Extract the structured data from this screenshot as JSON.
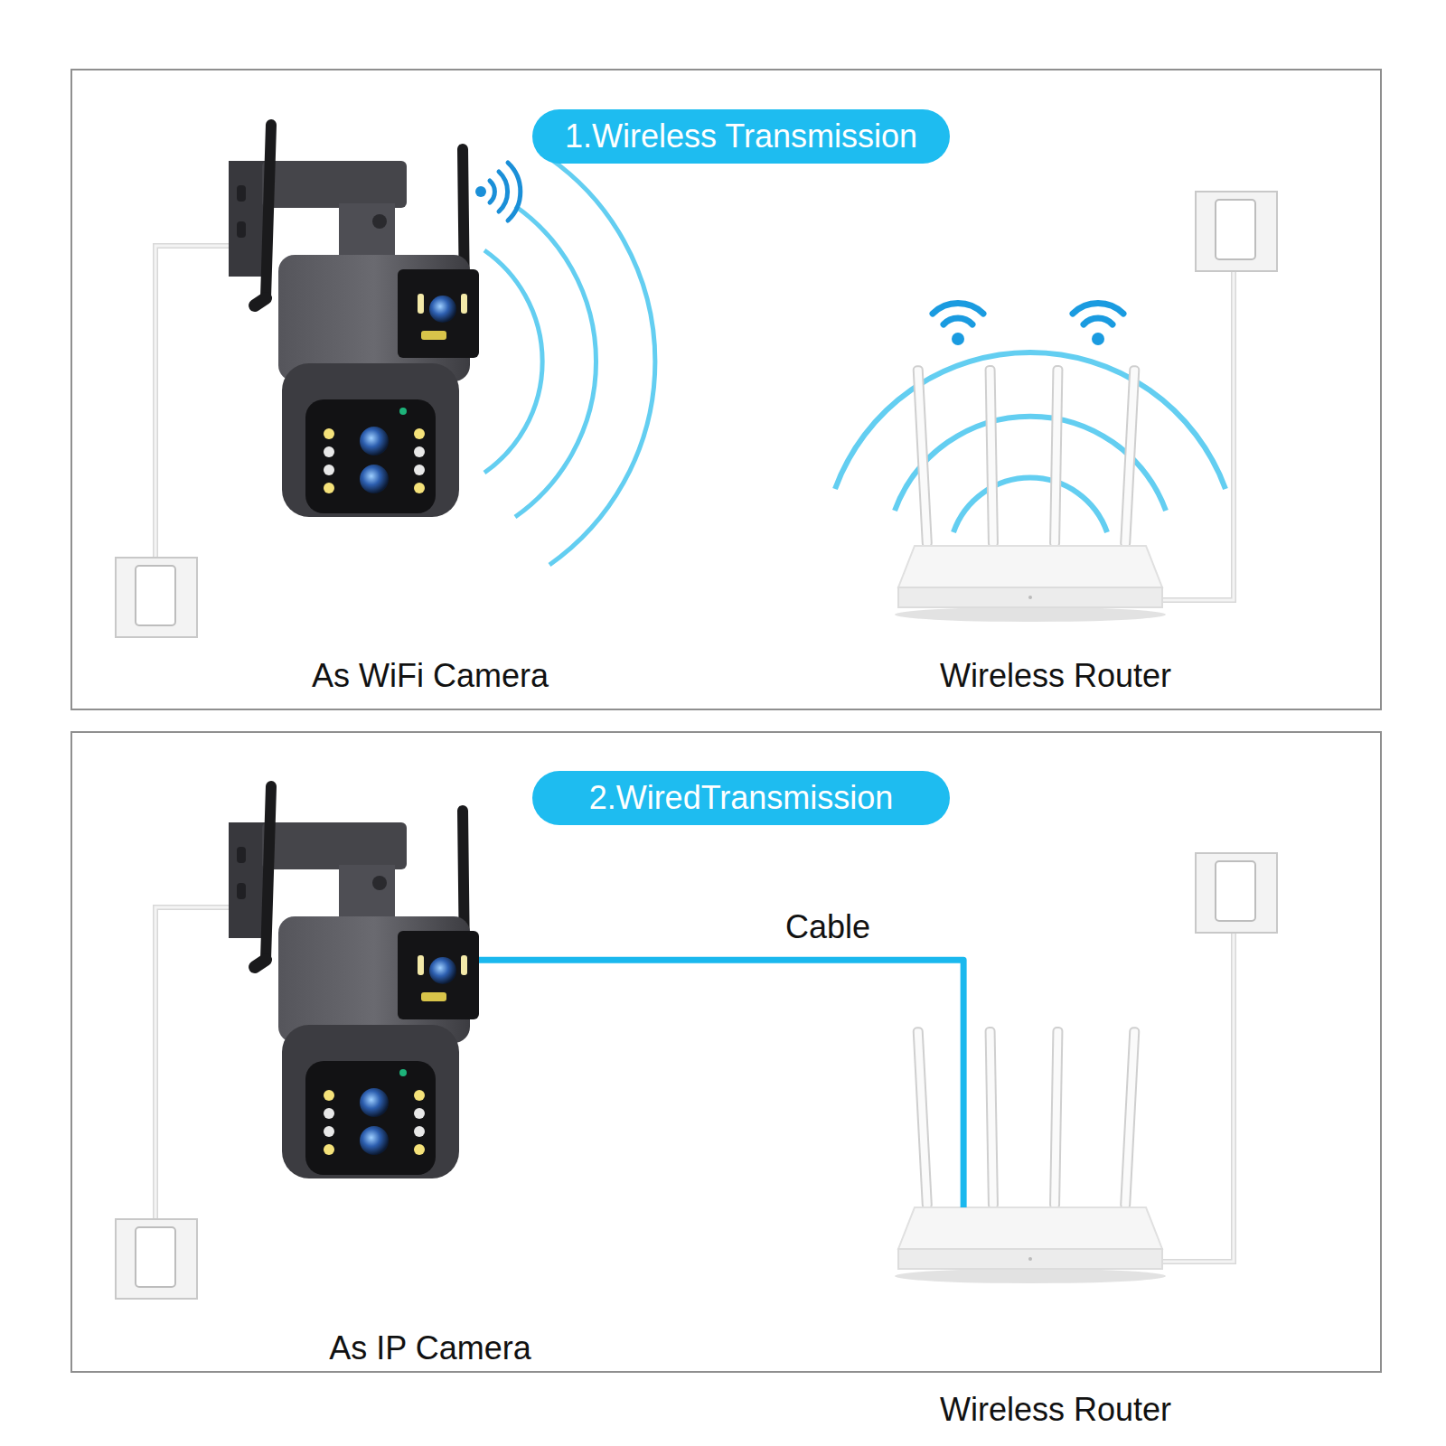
{
  "diagram": {
    "nodes": [
      {
        "text": [
          "1.Wireless Transmission"
        ]
      },
      {
        "text": [
          "As WiFi Camera"
        ]
      },
      {
        "text": [
          "Wireless Router"
        ]
      },
      {
        "text": [
          "2.WiredTransmission"
        ]
      },
      {
        "text": [
          "As IP Camera"
        ]
      },
      {
        "text": [
          "Wireless Router"
        ]
      }
    ],
    "edges": [
      {
        "from": 4,
        "to": 5,
        "label": "Cable",
        "arrow": "none"
      }
    ]
  }
}
